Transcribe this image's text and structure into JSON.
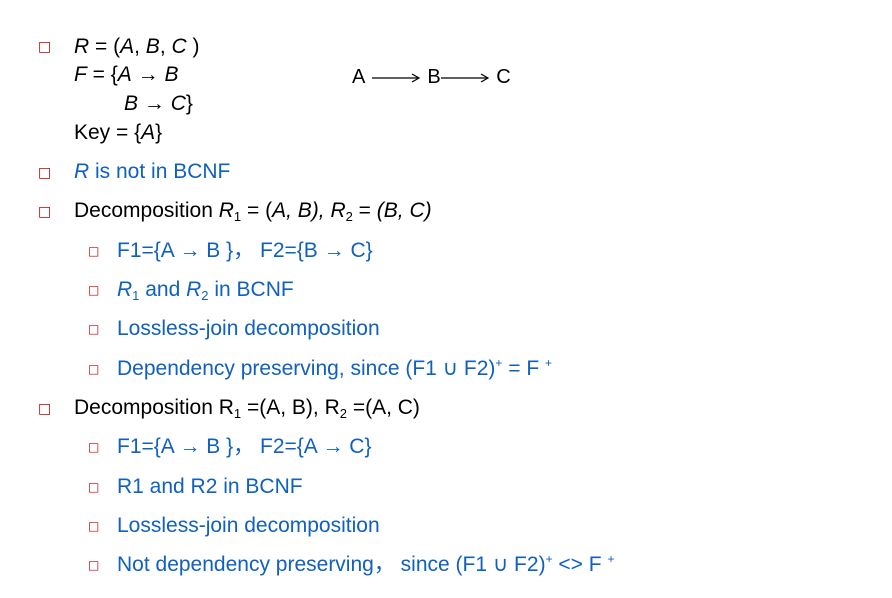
{
  "bullet_glyph": "□",
  "relation": {
    "r_def": [
      "R",
      " = (",
      "A",
      ", ",
      "B",
      ", ",
      "C",
      " )"
    ],
    "f_def_1": [
      "F",
      " = {",
      "A",
      " → ",
      "B"
    ],
    "f_def_2": [
      "B",
      " → ",
      "C",
      "}"
    ],
    "key_def": [
      "Key = {",
      "A",
      "}"
    ]
  },
  "chain": {
    "a": "A",
    "b": "B",
    "c": "C"
  },
  "not_bcnf": [
    "R",
    " is not in BCNF"
  ],
  "decomp1": {
    "heading": [
      "Decomposition ",
      "R",
      "1",
      " = (",
      "A, B), ",
      "R",
      "2",
      " = ",
      "(B, C)"
    ],
    "items": {
      "fds": "F1={A → B }， F2={B → C}",
      "bcnf": [
        "R",
        "1",
        " and ",
        "R",
        "2",
        " in BCNF"
      ],
      "lossless": "Lossless-join decomposition",
      "dep": [
        "Dependency preserving, since  (F1 ∪ F2)",
        "+",
        " = F ",
        "+"
      ]
    }
  },
  "decomp2": {
    "heading": [
      "Decomposition R",
      "1",
      " =(A, B),  R",
      "2",
      " =(A, C)"
    ],
    "items": {
      "fds": "F1={A → B }， F2={A → C}",
      "bcnf": "R1 and R2 in BCNF",
      "lossless": "Lossless-join decomposition",
      "dep": [
        "Not dependency preserving，  since  (F1 ∪ F2)",
        "+",
        " <> F ",
        "+"
      ]
    }
  }
}
